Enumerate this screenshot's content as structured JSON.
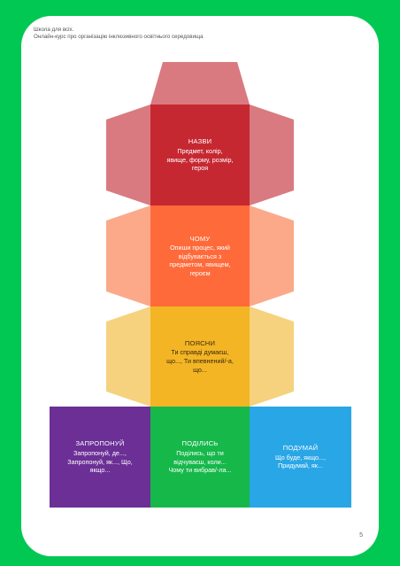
{
  "header": {
    "line1": "Школа для всіх.",
    "line2": "Онлайн-курс про організацію інклюзивного освітнього середовища"
  },
  "colors": {
    "background": "#00c853",
    "red": "#c62832",
    "red_light": "#d97a80",
    "orange": "#ff6a3a",
    "orange_light": "#fca98a",
    "yellow": "#f3b524",
    "yellow_light": "#f6d27e",
    "purple": "#6b2f96",
    "green": "#16b84a",
    "blue": "#29a6e6"
  },
  "panels": {
    "name": {
      "title": "НАЗВИ",
      "desc": "Предмет, колір,\nявище, форму, розмір,\nгероя"
    },
    "why": {
      "title": "ЧОМУ",
      "desc": "Опиши процес, який\nвідбувається з\nпредметом, явищем,\nгероєм"
    },
    "explain": {
      "title": "ПОЯСНИ",
      "desc": "Ти справді думаєш,\nщо..., Ти впевнений/-а,\nщо..."
    },
    "suggest": {
      "title": "ЗАПРОПОНУЙ",
      "desc": "Запропонуй, де...,\nЗапропонуй, як..., Що,\nякщо..."
    },
    "share": {
      "title": "ПОДІЛИСЬ",
      "desc": "Поділись, що ти\nвідчуваєш, коли...\nЧому ти вибрав/-ла..."
    },
    "think": {
      "title": "ПОДУМАЙ",
      "desc": "Що буде, якщо...,\nПридумай, як..."
    }
  },
  "page_number": "5"
}
